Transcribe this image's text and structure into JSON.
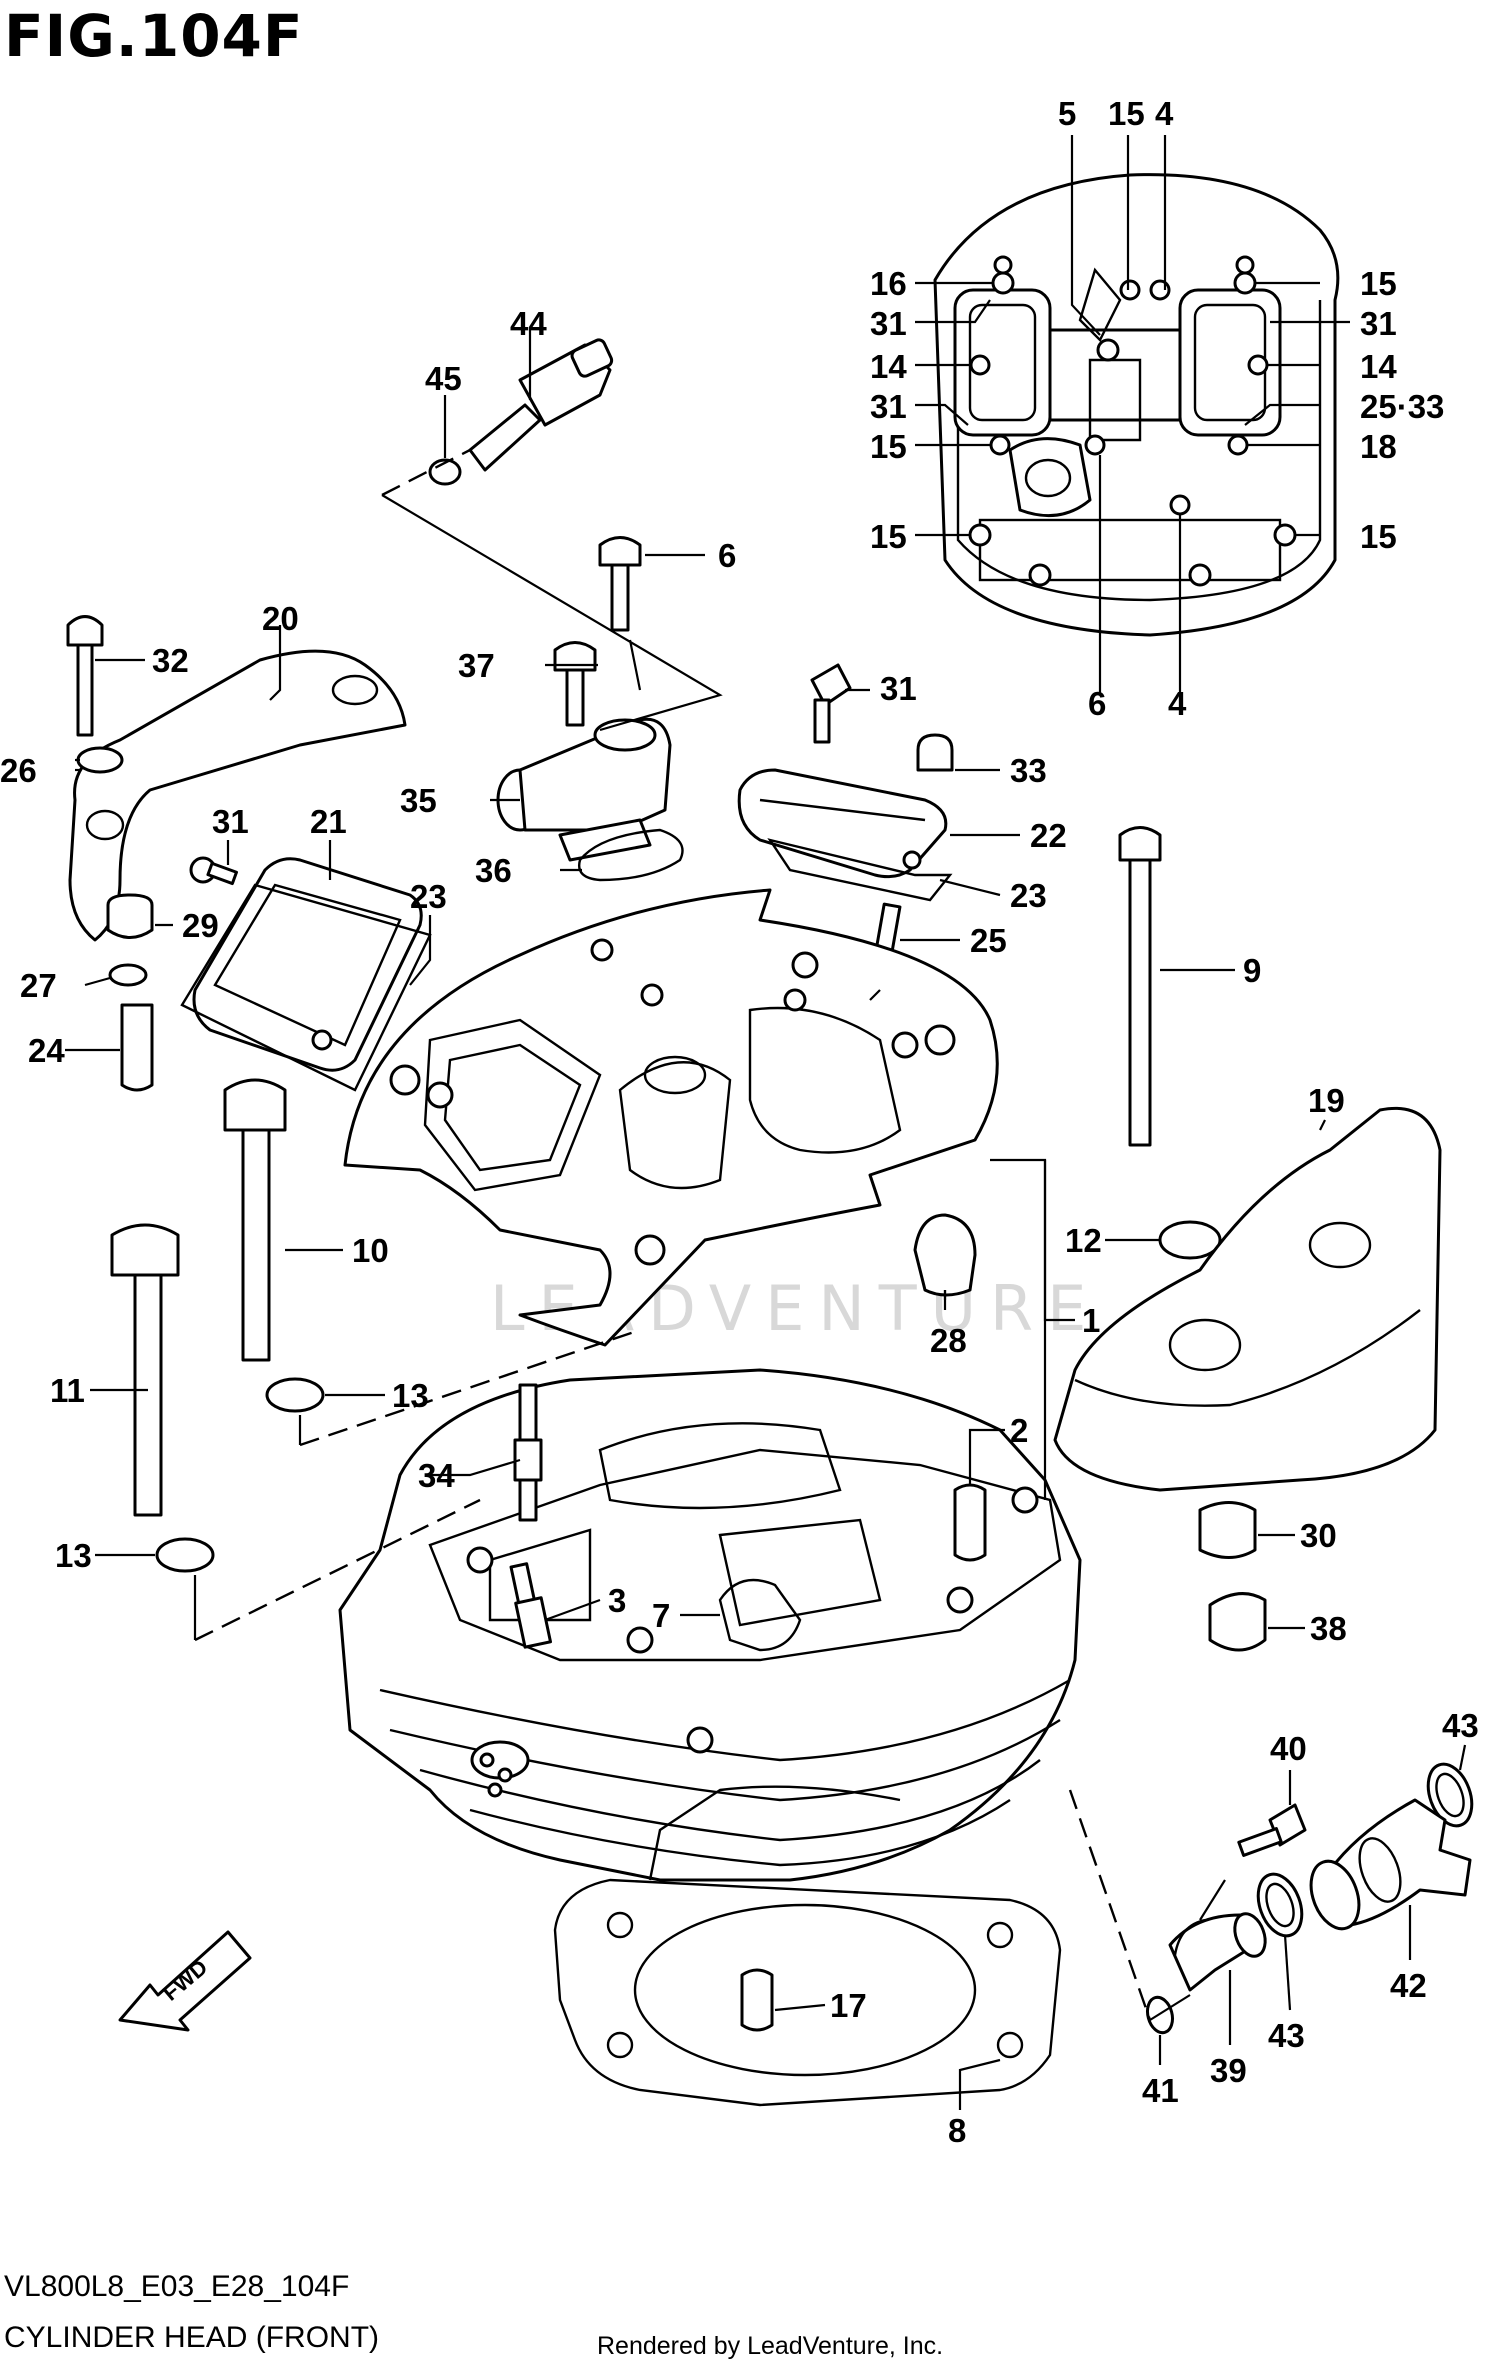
{
  "figure": {
    "title": "FIG.104F",
    "model_code": "VL800L8_E03_E28_104F",
    "section_name": "CYLINDER HEAD (FRONT)",
    "credit": "Rendered by LeadVenture, Inc.",
    "watermark": "LEADVENTURE",
    "direction_marker": "FWD"
  },
  "callouts": [
    {
      "id": "c5",
      "text": "5"
    },
    {
      "id": "c15a",
      "text": "15"
    },
    {
      "id": "c4a",
      "text": "4"
    },
    {
      "id": "c16",
      "text": "16"
    },
    {
      "id": "c15b",
      "text": "15"
    },
    {
      "id": "c31a",
      "text": "31"
    },
    {
      "id": "c31b",
      "text": "31"
    },
    {
      "id": "c14a",
      "text": "14"
    },
    {
      "id": "c14b",
      "text": "14"
    },
    {
      "id": "c31c",
      "text": "31"
    },
    {
      "id": "c25_33",
      "text": "25·33"
    },
    {
      "id": "c15c",
      "text": "15"
    },
    {
      "id": "c18",
      "text": "18"
    },
    {
      "id": "c15d",
      "text": "15"
    },
    {
      "id": "c15e",
      "text": "15"
    },
    {
      "id": "c6a",
      "text": "6"
    },
    {
      "id": "c4b",
      "text": "4"
    },
    {
      "id": "c44",
      "text": "44"
    },
    {
      "id": "c45",
      "text": "45"
    },
    {
      "id": "c6b",
      "text": "6"
    },
    {
      "id": "c20",
      "text": "20"
    },
    {
      "id": "c32",
      "text": "32"
    },
    {
      "id": "c37",
      "text": "37"
    },
    {
      "id": "c31d",
      "text": "31"
    },
    {
      "id": "c26",
      "text": "26"
    },
    {
      "id": "c33",
      "text": "33"
    },
    {
      "id": "c35",
      "text": "35"
    },
    {
      "id": "c31e",
      "text": "31"
    },
    {
      "id": "c21",
      "text": "21"
    },
    {
      "id": "c22",
      "text": "22"
    },
    {
      "id": "c36",
      "text": "36"
    },
    {
      "id": "c23a",
      "text": "23"
    },
    {
      "id": "c23b",
      "text": "23"
    },
    {
      "id": "c29",
      "text": "29"
    },
    {
      "id": "c25",
      "text": "25"
    },
    {
      "id": "c27",
      "text": "27"
    },
    {
      "id": "c9",
      "text": "9"
    },
    {
      "id": "c24",
      "text": "24"
    },
    {
      "id": "c19",
      "text": "19"
    },
    {
      "id": "c10",
      "text": "10"
    },
    {
      "id": "c12",
      "text": "12"
    },
    {
      "id": "c1",
      "text": "1"
    },
    {
      "id": "c28",
      "text": "28"
    },
    {
      "id": "c11",
      "text": "11"
    },
    {
      "id": "c13a",
      "text": "13"
    },
    {
      "id": "c2",
      "text": "2"
    },
    {
      "id": "c34",
      "text": "34"
    },
    {
      "id": "c30",
      "text": "30"
    },
    {
      "id": "c13b",
      "text": "13"
    },
    {
      "id": "c3",
      "text": "3"
    },
    {
      "id": "c7",
      "text": "7"
    },
    {
      "id": "c38",
      "text": "38"
    },
    {
      "id": "c43a",
      "text": "43"
    },
    {
      "id": "c40",
      "text": "40"
    },
    {
      "id": "c17",
      "text": "17"
    },
    {
      "id": "c42",
      "text": "42"
    },
    {
      "id": "c39",
      "text": "39"
    },
    {
      "id": "c43b",
      "text": "43"
    },
    {
      "id": "c41",
      "text": "41"
    },
    {
      "id": "c8",
      "text": "8"
    }
  ]
}
